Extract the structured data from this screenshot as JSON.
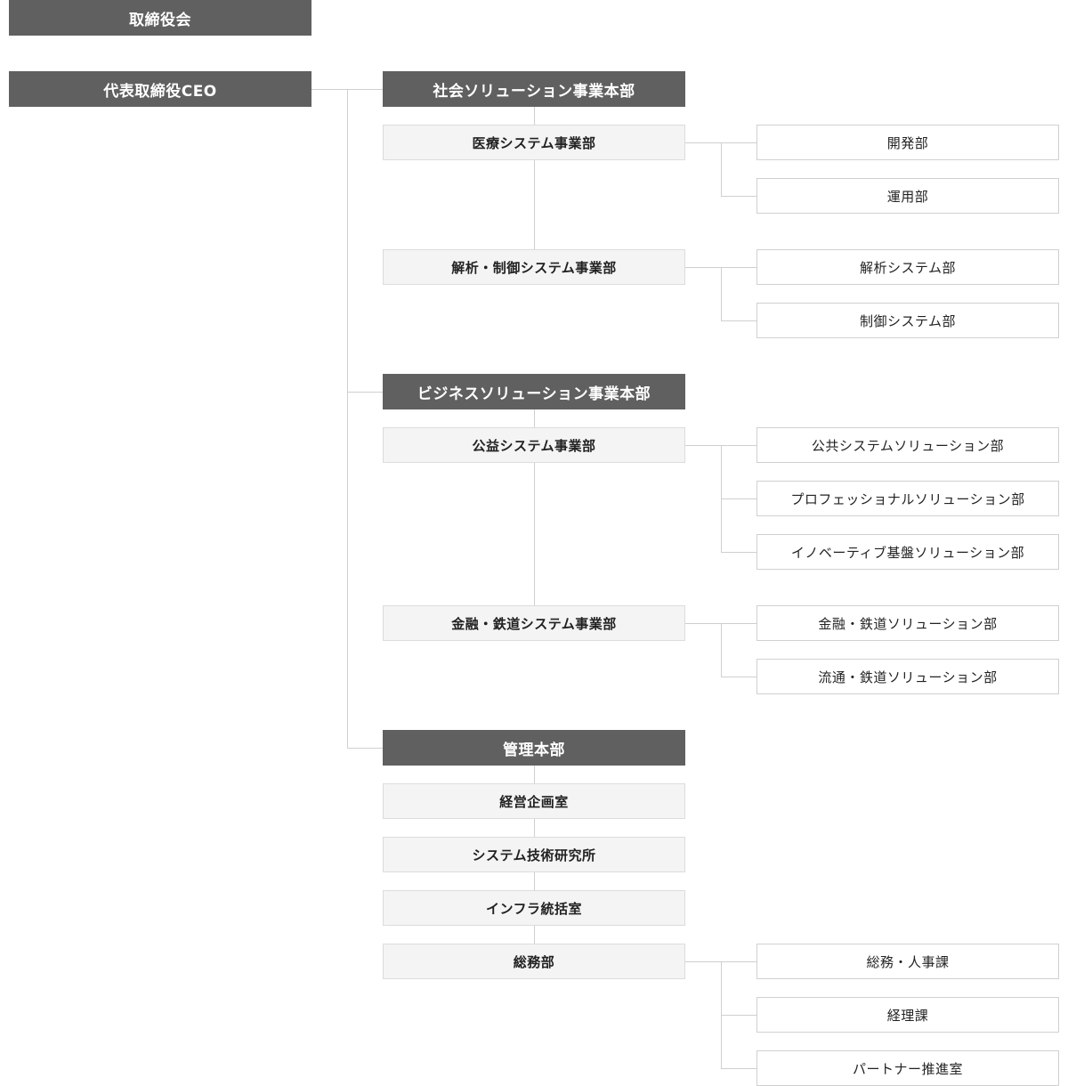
{
  "board": "取締役会",
  "ceo": "代表取締役CEO",
  "divisions": [
    {
      "name": "社会ソリューション事業本部",
      "units": [
        {
          "name": "医療システム事業部",
          "departments": [
            "開発部",
            "運用部"
          ]
        },
        {
          "name": "解析・制御システム事業部",
          "departments": [
            "解析システム部",
            "制御システム部"
          ]
        }
      ]
    },
    {
      "name": "ビジネスソリューション事業本部",
      "units": [
        {
          "name": "公益システム事業部",
          "departments": [
            "公共システムソリューション部",
            "プロフェッショナルソリューション部",
            "イノベーティブ基盤ソリューション部"
          ]
        },
        {
          "name": "金融・鉄道システム事業部",
          "departments": [
            "金融・鉄道ソリューション部",
            "流通・鉄道ソリューション部"
          ]
        }
      ]
    },
    {
      "name": "管理本部",
      "units": [
        {
          "name": "経営企画室",
          "departments": []
        },
        {
          "name": "システム技術研究所",
          "departments": []
        },
        {
          "name": "インフラ統括室",
          "departments": []
        },
        {
          "name": "総務部",
          "departments": [
            "総務・人事課",
            "経理課",
            "パートナー推進室"
          ]
        }
      ]
    }
  ]
}
